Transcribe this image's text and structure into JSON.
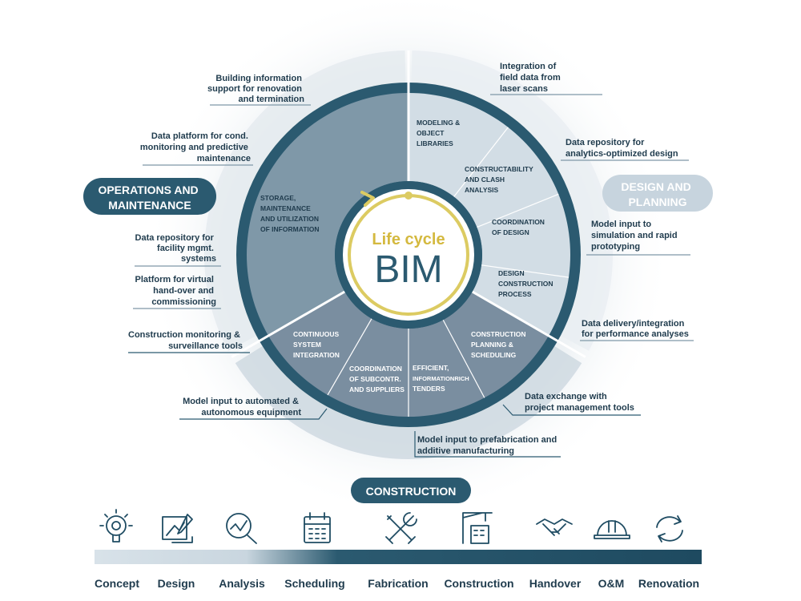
{
  "center": {
    "title_top": "Life cycle",
    "title_main": "BIM"
  },
  "phases": {
    "operations": [
      "OPERATIONS AND",
      "MAINTENANCE"
    ],
    "design": [
      "DESIGN AND",
      "PLANNING"
    ],
    "construction": "CONSTRUCTION"
  },
  "segments": {
    "storage": [
      "STORAGE,",
      "MAINTENANCE",
      "AND UTILIZATION",
      "OF INFORMATION"
    ],
    "modeling": [
      "MODELING &",
      "OBJECT",
      "LIBRARIES"
    ],
    "constructability": [
      "CONSTRUCTABILITY",
      "AND CLASH",
      "ANALYSIS"
    ],
    "coordination_design": [
      "COORDINATION",
      "OF DESIGN"
    ],
    "design_construction": [
      "DESIGN",
      "CONSTRUCTION",
      "PROCESS"
    ],
    "construction_planning": [
      "CONSTRUCTION",
      "PLANNING &",
      "SCHEDULING"
    ],
    "efficient_tenders": [
      "EFFICIENT,",
      "INFORMATIONRICH",
      "TENDERS"
    ],
    "coordination_subcontr": [
      "COORDINATION",
      "OF SUBCONTR.",
      "AND SUPPLIERS"
    ],
    "continuous_integration": [
      "CONTINUOUS",
      "SYSTEM",
      "INTEGRATION"
    ]
  },
  "annotations": {
    "renovation": [
      "Building information",
      "support for renovation",
      "and termination"
    ],
    "cond_monitoring": [
      "Data platform for cond.",
      "monitoring and predictive",
      "maintenance"
    ],
    "facility": [
      "Data repository for",
      "facility mgmt.",
      "systems"
    ],
    "handover": [
      "Platform for virtual",
      "hand-over and",
      "commissioning"
    ],
    "surveillance": [
      "Construction monitoring &",
      "surveillance tools"
    ],
    "automated": [
      "Model input to automated &",
      "autonomous equipment"
    ],
    "prefab": [
      "Model input to prefabrication and",
      "additive manufacturing"
    ],
    "project_mgmt": [
      "Data exchange with",
      "project management tools"
    ],
    "performance": [
      "Data delivery/integration",
      "for performance analyses"
    ],
    "simulation": [
      "Model input to",
      "simulation and rapid",
      "prototyping"
    ],
    "analytics": [
      "Data repository for",
      "analytics-optimized design"
    ],
    "laser": [
      "Integration of",
      "field data from",
      "laser scans"
    ]
  },
  "stages": [
    "Concept",
    "Design",
    "Analysis",
    "Scheduling",
    "Fabrication",
    "Construction",
    "Handover",
    "O&M",
    "Renovation"
  ],
  "stage_icons": [
    "brain-gear-icon",
    "blueprint-icon",
    "analysis-magnifier-icon",
    "calendar-icon",
    "tools-icon",
    "crane-building-icon",
    "handshake-icon",
    "hard-hat-icon",
    "cycle-arrows-icon"
  ],
  "colors": {
    "dark": "#2b5a70",
    "mid": "#7f98a8",
    "light": "#d2dde5",
    "bottom_slice": "#7a8ea0",
    "accent": "#d9c75e"
  }
}
